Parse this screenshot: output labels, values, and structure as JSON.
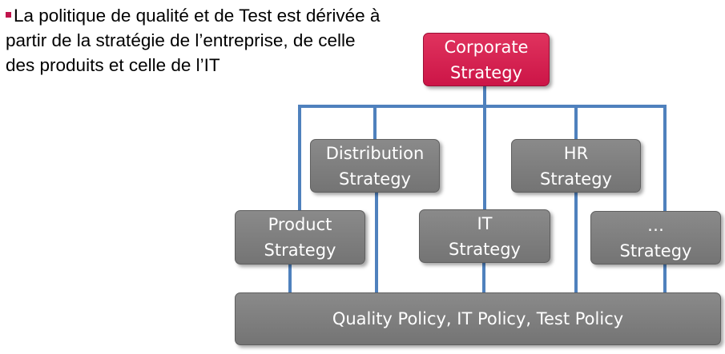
{
  "bullet": {
    "text": "La politique de qualité et de Test est dérivée à partir de la stratégie de l’entreprise, de celle des produits et celle de l’IT"
  },
  "colors": {
    "connector": "#4f81bd",
    "box_gray": "#7f7f7f",
    "box_corporate": "#d41f4f",
    "bullet_mark": "#c0144c"
  },
  "diagram": {
    "corporate": {
      "line1": "Corporate",
      "line2": "Strategy"
    },
    "distribution": {
      "line1": "Distribution",
      "line2": "Strategy"
    },
    "hr": {
      "line1": "HR",
      "line2": "Strategy"
    },
    "product": {
      "line1": "Product",
      "line2": "Strategy"
    },
    "it": {
      "line1": "IT",
      "line2": "Strategy"
    },
    "other": {
      "line1": "…",
      "line2": "Strategy"
    },
    "policy": {
      "label": "Quality Policy, IT Policy, Test Policy"
    }
  }
}
